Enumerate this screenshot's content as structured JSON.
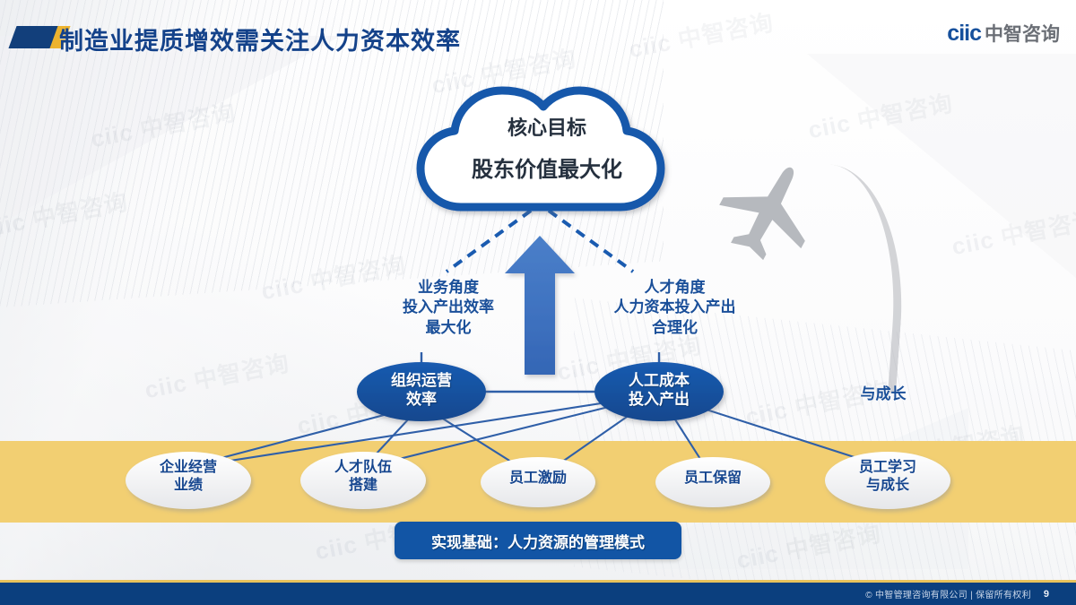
{
  "header": {
    "title": "制造业提质增效需关注人力资本效率",
    "brand_latin": "ciic",
    "brand_cn": "中智咨询"
  },
  "diagram": {
    "cloud": {
      "line1": "核心目标",
      "line2": "股东价值最大化"
    },
    "perspectives": [
      {
        "id": "business",
        "line1": "业务角度",
        "line2": "投入产出效率",
        "line3": "最大化"
      },
      {
        "id": "talent",
        "line1": "人才角度",
        "line2": "人力资本投入产出",
        "line3": "合理化"
      }
    ],
    "drivers": [
      {
        "id": "org-efficiency",
        "line1": "组织运营",
        "line2": "效率"
      },
      {
        "id": "labor-cost",
        "line1": "人工成本",
        "line2": "投入产出"
      }
    ],
    "outcomes": [
      {
        "id": "business-performance",
        "line1": "企业经营",
        "line2": "业绩"
      },
      {
        "id": "talent-building",
        "line1": "人才队伍",
        "line2": "搭建"
      },
      {
        "id": "employee-incentive",
        "line1": "员工激励",
        "line2": ""
      },
      {
        "id": "employee-retention",
        "line1": "员工保留",
        "line2": ""
      },
      {
        "id": "employee-learning",
        "line1": "员工学习",
        "line2": "与成长"
      }
    ],
    "stray_note": "与成长",
    "foundation_bar": "实现基础：人力资源的管理模式"
  },
  "footer": {
    "copyright": "© 中智管理咨询有限公司 | 保留所有权利",
    "page": "9"
  },
  "colors": {
    "brand_blue": "#16509c",
    "title_blue": "#14428a",
    "accent_gold": "#edb32e",
    "band_yellow": "#f2cf72",
    "node_blue": "#15509f",
    "footer_navy": "#0b3f7e"
  },
  "watermarks": [
    "ciic 中智咨询"
  ]
}
